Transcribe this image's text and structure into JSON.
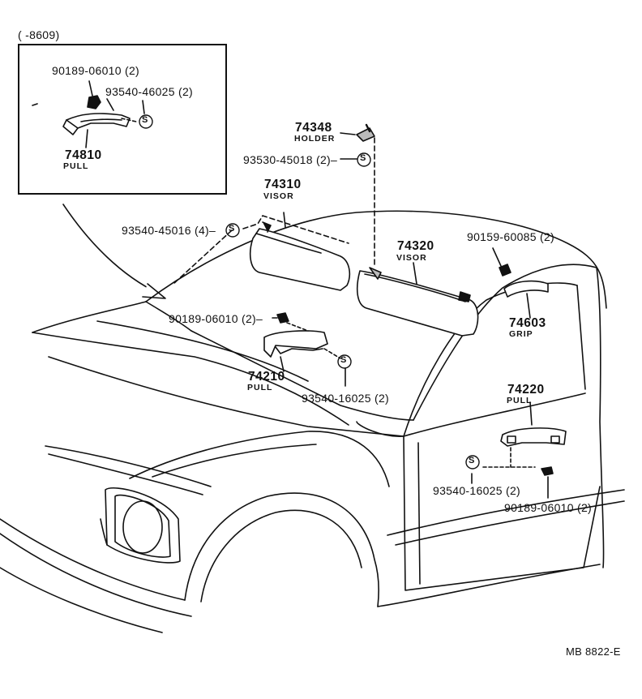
{
  "inset": {
    "date_range": "(      -8609)",
    "screw_label": "90189-06010 (2)",
    "cap_label": "93540-46025 (2)",
    "pull_number": "74810",
    "pull_name": "PULL"
  },
  "parts": {
    "holder_number": "74348",
    "holder_name": "HOLDER",
    "holder_screw": "93530-45018 (2)–",
    "visor_left_number": "74310",
    "visor_left_name": "VISOR",
    "visor_left_screw": "93540-45016 (4)–",
    "visor_right_number": "74320",
    "visor_right_name": "VISOR",
    "grip_screw": "90159-60085 (2)",
    "grip_number": "74603",
    "grip_name": "GRIP",
    "front_pull_screw": "90189-06010 (2)–",
    "front_pull_number": "74210",
    "front_pull_name": "PULL",
    "front_pull_cap": "93540-16025 (2)",
    "door_pull_number": "74220",
    "door_pull_name": "PULL",
    "door_pull_cap": "93540-16025 (2)",
    "door_pull_screw": "90189-06010 (2)"
  },
  "footer": {
    "diagram_code": "MB 8822-E"
  },
  "symbols": {
    "standard_part_mark": "S"
  }
}
